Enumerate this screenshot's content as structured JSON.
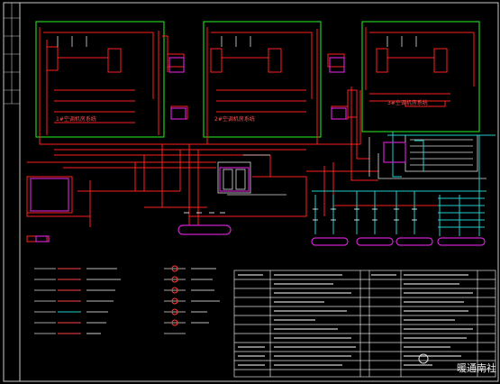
{
  "drawing": {
    "watermark": "暖通南社",
    "colors": {
      "background": "#000000",
      "frame": "#c8c8c8",
      "supply_pipe": "#ff2020",
      "zone_box": "#22cc22",
      "cyan_pipe": "#22cccc",
      "equipment": "#cc22cc",
      "white_line": "#dddddd",
      "annotation": "#ffe040"
    },
    "zones": [
      {
        "label": "1#空调机房系统"
      },
      {
        "label": "2#空调机房系统"
      },
      {
        "label": "3#空调机房系统"
      }
    ]
  }
}
